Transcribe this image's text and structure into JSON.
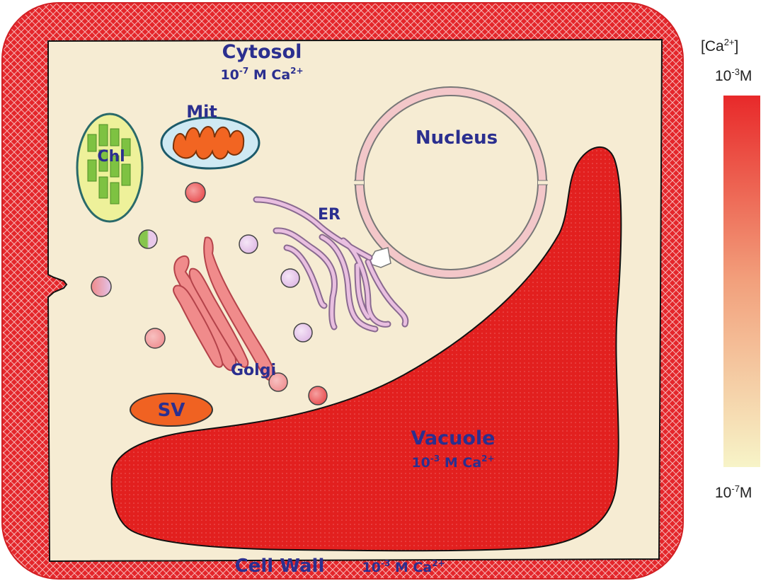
{
  "cell": {
    "cytosol": {
      "label": "Cytosol",
      "conc_prefix": "10",
      "conc_exp": "-7",
      "conc_suffix": " M Ca",
      "conc_ion": "2+"
    },
    "mitochondrion": "Mit",
    "chloroplast": "Chl",
    "nucleus": "Nucleus",
    "er": "ER",
    "golgi": "Golgi",
    "secretory_vesicle": "SV",
    "vacuole": {
      "label": "Vacuole",
      "conc_prefix": "10",
      "conc_exp": "-3",
      "conc_suffix": " M Ca",
      "conc_ion": "2+"
    },
    "cell_wall": {
      "label": "Cell Wall",
      "conc_prefix": "10",
      "conc_exp": "-3",
      "conc_suffix": " M Ca",
      "conc_ion": "2+"
    }
  },
  "legend": {
    "title_prefix": "[Ca",
    "title_ion": "2+",
    "title_suffix": "]",
    "top_base": "10",
    "top_exp": "-3",
    "top_unit": "M",
    "bottom_base": "10",
    "bottom_exp": "-7",
    "bottom_unit": "M",
    "color_high": "#e8292a",
    "color_low": "#f7f4c8"
  },
  "colors": {
    "wall": "#e4262b",
    "cytosol": "#f6ecd3",
    "vacuole": "#e2201f",
    "label": "#2b2f8f",
    "mit_fill": "#cfe9f3",
    "mit_cristae": "#f26522",
    "chl_fill": "#eef19a",
    "chl_grana": "#7ec242",
    "nucleus_envelope": "#f3c7c9",
    "er": "#e9bfe0",
    "golgi": "#f08b8b",
    "sv": "#f06222"
  }
}
